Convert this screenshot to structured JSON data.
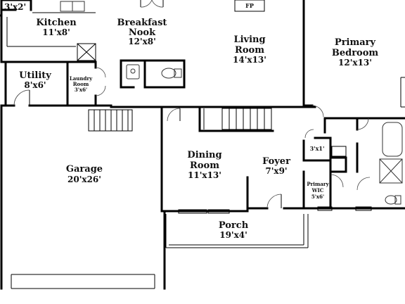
{
  "rooms": {
    "closet_topleft": {
      "dim": "3'x2'"
    },
    "kitchen": {
      "name": "Kitchen",
      "dim": "11'x8'"
    },
    "breakfast_nook": {
      "name_line1": "Breakfast",
      "name_line2": "Nook",
      "dim": "12'x8'"
    },
    "fireplace": {
      "label": "FP"
    },
    "living_room": {
      "name_line1": "Living",
      "name_line2": "Room",
      "dim": "14'x13'"
    },
    "primary_bedroom": {
      "name_line1": "Primary",
      "name_line2": "Bedroom",
      "dim": "12'x13'"
    },
    "utility": {
      "name": "Utility",
      "dim": "8'x6'"
    },
    "laundry_room": {
      "name_line1": "Laundry",
      "name_line2": "Room",
      "dim": "3'x6'"
    },
    "closet_3x1": {
      "dim": "3'x1'"
    },
    "garage": {
      "name": "Garage",
      "dim": "20'x26'"
    },
    "dining_room": {
      "name_line1": "Dining",
      "name_line2": "Room",
      "dim": "11'x13'"
    },
    "foyer": {
      "name": "Foyer",
      "dim": "7'x9'"
    },
    "primary_wic": {
      "name_line1": "Primary",
      "name_line2": "WIC",
      "dim": "5'x6'"
    },
    "porch": {
      "name": "Porch",
      "dim": "19'x4'"
    }
  }
}
